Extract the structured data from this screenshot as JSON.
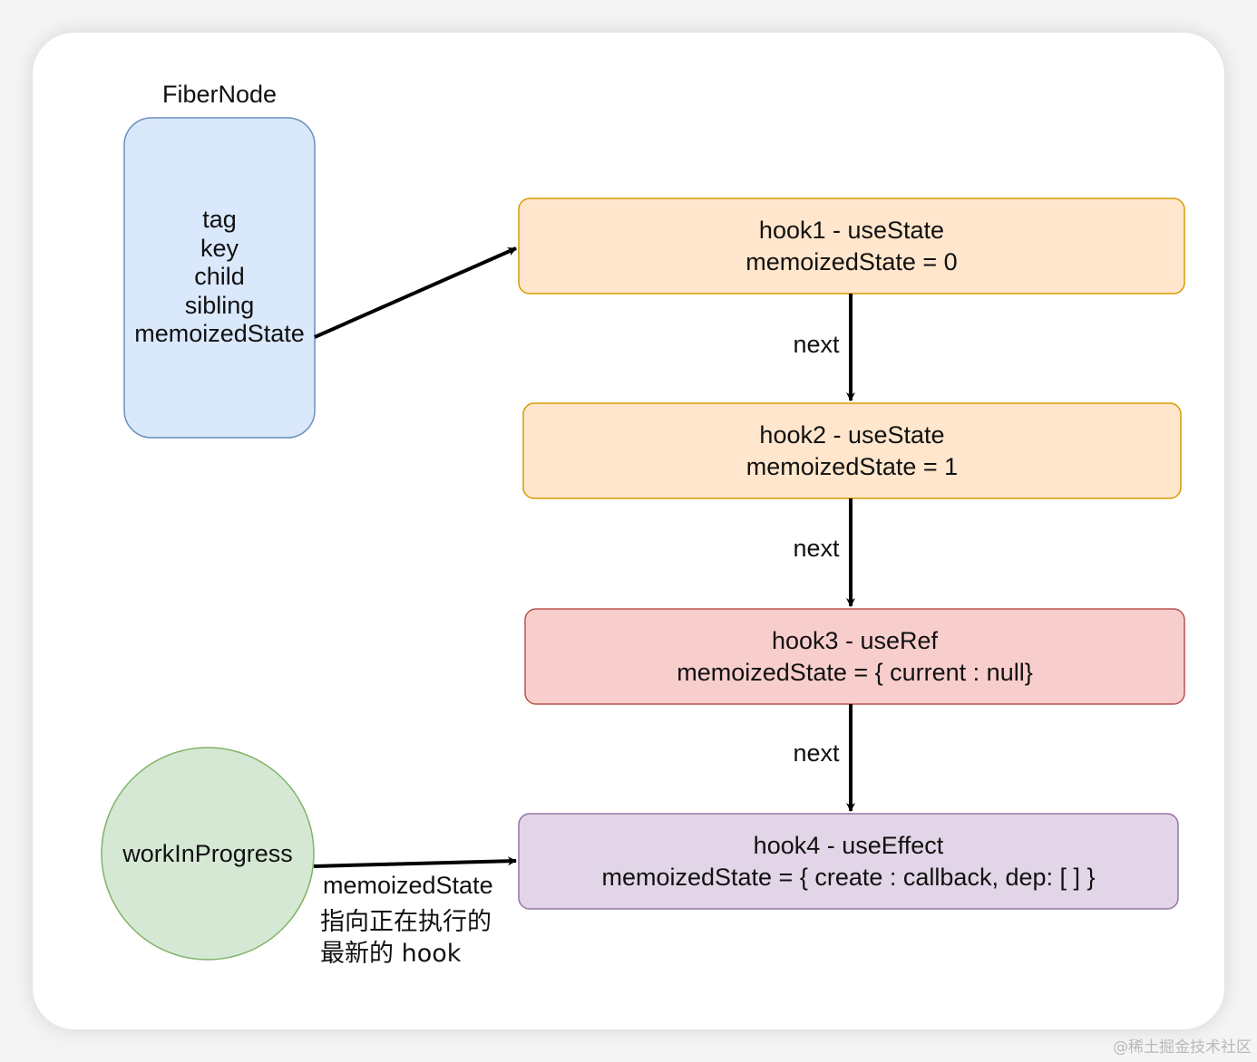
{
  "fiber_node": {
    "title": "FiberNode",
    "fields": [
      "tag",
      "key",
      "child",
      "sibling",
      "memoizedState"
    ]
  },
  "hooks": [
    {
      "line1": "hook1 - useState",
      "line2": "memoizedState = 0"
    },
    {
      "line1": "hook2 - useState",
      "line2": "memoizedState = 1"
    },
    {
      "line1": "hook3 - useRef",
      "line2": "memoizedState = { current : null}"
    },
    {
      "line1": "hook4 - useEffect",
      "line2": "memoizedState = { create : callback, dep: [ ] }"
    }
  ],
  "edges": {
    "next_1": "next",
    "next_2": "next",
    "next_3": "next"
  },
  "work_in_progress": {
    "label": "workInProgress",
    "edge_label": "memoizedState",
    "note_line1": "指向正在执行的",
    "note_line2": "最新的 hook"
  },
  "watermark": "@稀土掘金技术社区",
  "colors": {
    "fiber_fill": "#dae8fc",
    "fiber_stroke": "#6c8ebf",
    "use_state_fill": "#ffe6cc",
    "use_state_stroke": "#d79b00",
    "use_ref_fill": "#f8cecc",
    "use_ref_stroke": "#b85450",
    "use_effect_fill": "#e1d5e7",
    "use_effect_stroke": "#9673a6",
    "wip_fill": "#d5e8d4",
    "wip_stroke": "#82b366"
  }
}
